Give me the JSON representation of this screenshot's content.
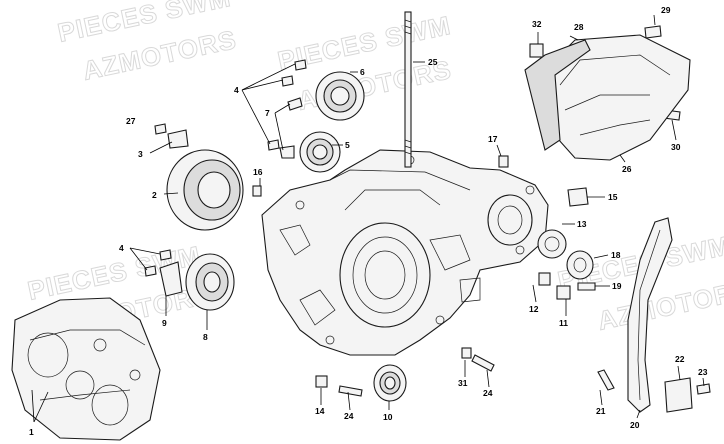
{
  "watermarks": [
    {
      "text": "PIECES SWM"
    },
    {
      "text": "AZMOTORS"
    },
    {
      "text": "PIECES SWM"
    },
    {
      "text": "AZMOTORS"
    },
    {
      "text": "PIECES SWM"
    },
    {
      "text": "AZMOTORS"
    },
    {
      "text": "PIECES SWM"
    },
    {
      "text": "AZMOTORS"
    }
  ],
  "callouts": {
    "c1": "1",
    "c2": "2",
    "c3": "3",
    "c4a": "4",
    "c4b": "4",
    "c5": "5",
    "c6": "6",
    "c7": "7",
    "c8": "8",
    "c9": "9",
    "c10": "10",
    "c11": "11",
    "c12": "12",
    "c13": "13",
    "c14": "14",
    "c15": "15",
    "c16": "16",
    "c17": "17",
    "c18": "18",
    "c19": "19",
    "c20": "20",
    "c21": "21",
    "c22": "22",
    "c23": "23",
    "c24a": "24",
    "c24b": "24",
    "c25": "25",
    "c26": "26",
    "c27": "27",
    "c28": "28",
    "c29": "29",
    "c30": "30",
    "c31": "31",
    "c32": "32"
  }
}
